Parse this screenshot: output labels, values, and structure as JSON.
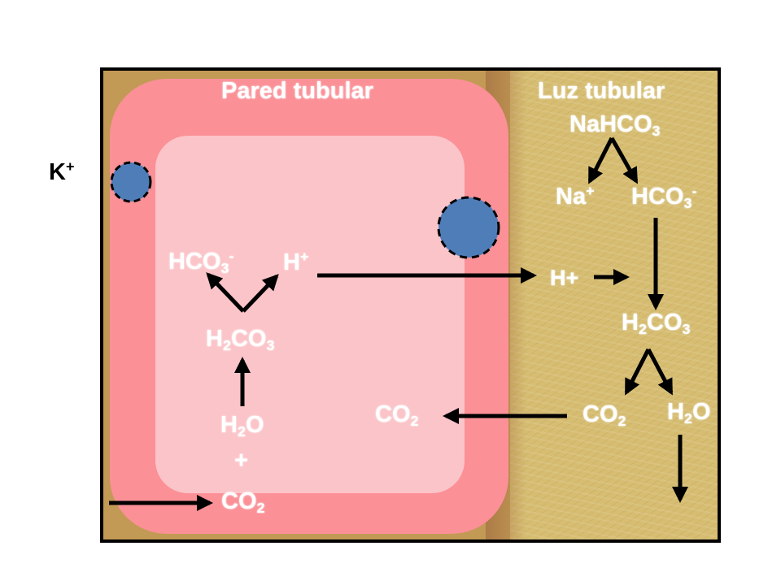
{
  "labels": {
    "k_plus": "K",
    "k_plus_charge": "+",
    "pared_tubular": "Pared tubular",
    "luz_tubular": "Luz tubular",
    "nahco3_main": "NaHCO",
    "nahco3_sub": "3",
    "na_main": "Na",
    "na_charge": "+",
    "hco3_lumen_main": "HCO",
    "hco3_lumen_sub": "3",
    "hco3_lumen_charge": "-",
    "h_lumen": "H+",
    "h2co3_lumen_a": "H",
    "h2co3_lumen_sub": "2",
    "h2co3_lumen_b": "CO",
    "h2co3_lumen_sub2": "3",
    "co2_lumen_main": "CO",
    "co2_lumen_sub": "2",
    "h2o_lumen_a": "H",
    "h2o_lumen_sub": "2",
    "h2o_lumen_b": "O",
    "co2_mid_main": "CO",
    "co2_mid_sub": "2",
    "hco3_cell_main": "HCO",
    "hco3_cell_sub": "3",
    "hco3_cell_charge": "-",
    "h_cell_main": "H",
    "h_cell_charge": "+",
    "h2co3_cell_a": "H",
    "h2co3_cell_sub": "2",
    "h2co3_cell_b": "CO",
    "h2co3_cell_sub2": "3",
    "h2o_cell_a": "H",
    "h2o_cell_sub": "2",
    "h2o_cell_b": "O",
    "plus": "+",
    "co2_cell_main": "CO",
    "co2_cell_sub": "2"
  },
  "colors": {
    "wall": "#fb9097",
    "cell_interior": "#fbc4c8",
    "lumen": "#d6bd72",
    "transporter": "#4f7db8"
  }
}
